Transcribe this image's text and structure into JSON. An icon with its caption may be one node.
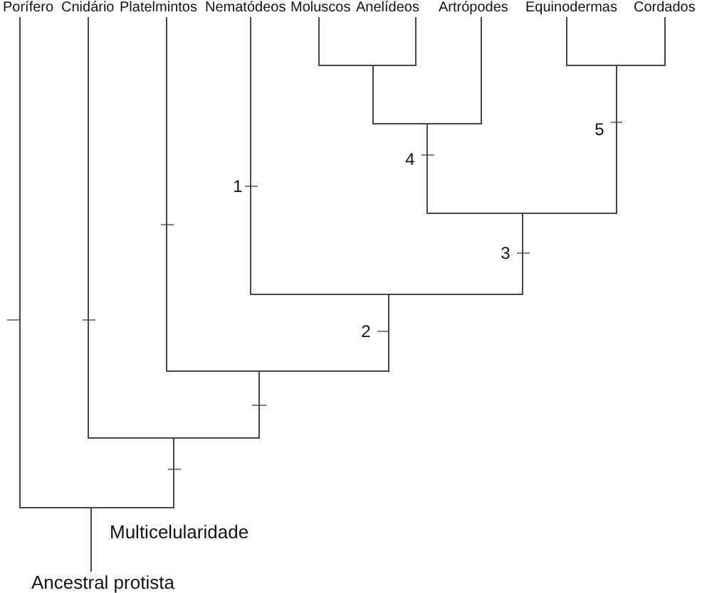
{
  "diagram": {
    "nodes": [
      {
        "text": [
          "Porífero"
        ]
      },
      {
        "text": [
          "Cnidário"
        ]
      },
      {
        "text": [
          "Platelmintos"
        ]
      },
      {
        "text": [
          "Nematódeos"
        ]
      },
      {
        "text": [
          "Moluscos"
        ]
      },
      {
        "text": [
          "Anelídeos"
        ]
      },
      {
        "text": [
          "Artrópodes"
        ]
      },
      {
        "text": [
          "Equinodermas"
        ]
      },
      {
        "text": [
          "Cordados"
        ]
      },
      {
        "text": [
          "Ancestral protista"
        ]
      }
    ],
    "edges": [
      {
        "from": 9,
        "to": 0,
        "arrow": "none"
      },
      {
        "from": 9,
        "to": 1,
        "arrow": "none"
      },
      {
        "from": 9,
        "to": 2,
        "arrow": "none"
      },
      {
        "from": 9,
        "to": 3,
        "arrow": "none"
      },
      {
        "from": 9,
        "to": 4,
        "arrow": "none"
      },
      {
        "from": 9,
        "to": 5,
        "arrow": "none"
      },
      {
        "from": 9,
        "to": 6,
        "arrow": "none"
      },
      {
        "from": 9,
        "to": 7,
        "arrow": "none"
      },
      {
        "from": 9,
        "to": 8,
        "arrow": "none"
      }
    ],
    "labels": [
      "1",
      "2",
      "3",
      "4",
      "5",
      "Multicelularidade"
    ]
  }
}
